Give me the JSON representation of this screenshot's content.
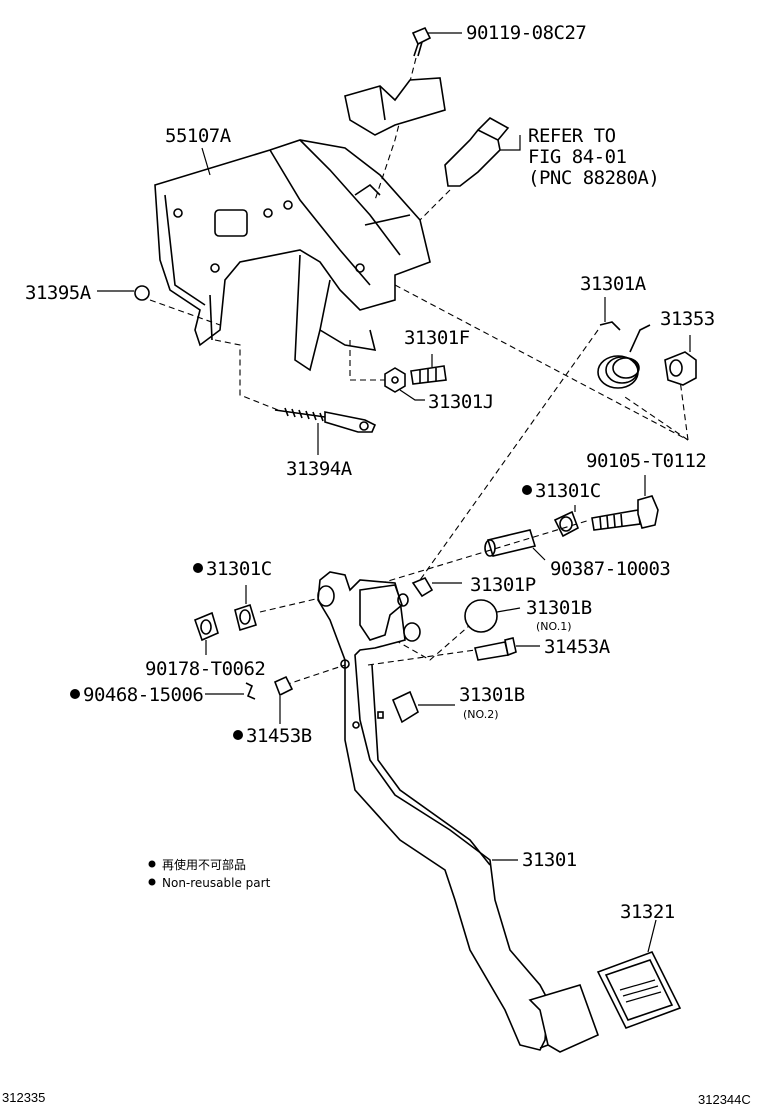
{
  "parts": {
    "p90119": "90119-08C27",
    "p55107A": "55107A",
    "refer1": "REFER TO",
    "refer2": "FIG 84-01",
    "refer3": "(PNC 88280A)",
    "p31395A": "31395A",
    "p31301A": "31301A",
    "p31353": "31353",
    "p31301F": "31301F",
    "p31301J": "31301J",
    "p31394A": "31394A",
    "p90105": "90105-T0112",
    "p31301C_a": "31301C",
    "p31301C_b": "31301C",
    "p90387": "90387-10003",
    "p31301P": "31301P",
    "p31301B_1": "31301B",
    "p31301B_1_sub": "(NO.1)",
    "p31453A": "31453A",
    "p90178": "90178-T0062",
    "p90468": "90468-15006",
    "p31301B_2": "31301B",
    "p31301B_2_sub": "(NO.2)",
    "p31453B": "31453B",
    "p31301": "31301",
    "p31321": "31321"
  },
  "legend": {
    "jp": "再使用不可部品",
    "en": "Non-reusable part"
  },
  "footer": {
    "left": "312335",
    "right": "312344C"
  }
}
